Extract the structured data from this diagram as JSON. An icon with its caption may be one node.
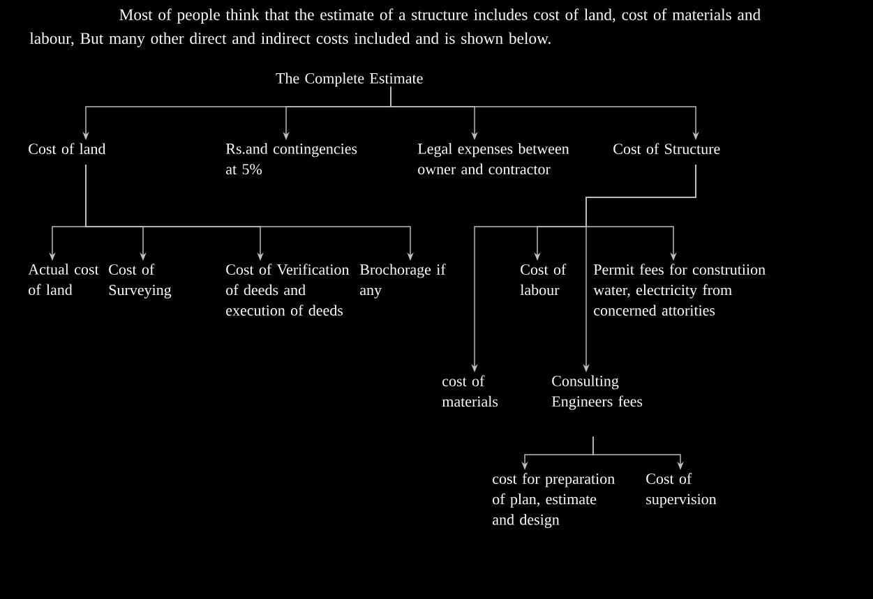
{
  "diagram": {
    "nodes": [
      {
        "text": [
          "The Complete Estimate"
        ]
      },
      {
        "text": [
          "Cost of land"
        ]
      },
      {
        "text": [
          "Rs.and contingencies at 5%"
        ]
      },
      {
        "text": [
          "Legal expenses between owner and contractor"
        ]
      },
      {
        "text": [
          "Cost of Structure"
        ]
      },
      {
        "text": [
          "Actual cost of land"
        ]
      },
      {
        "text": [
          "Cost of Surveying"
        ]
      },
      {
        "text": [
          "Cost of Verification of deeds and execution of deeds"
        ]
      },
      {
        "text": [
          "Brochorage if any"
        ]
      },
      {
        "text": [
          "Cost of labour"
        ]
      },
      {
        "text": [
          "Permit fees for construtiion water, electricity from concerned attorities"
        ]
      },
      {
        "text": [
          "cost of materials"
        ]
      },
      {
        "text": [
          "Consulting Engineers fees"
        ]
      },
      {
        "text": [
          "cost for preparation of plan, estimate and design"
        ]
      },
      {
        "text": [
          "Cost of supervision"
        ]
      }
    ],
    "edges": [
      {
        "from": 0,
        "to": 1,
        "arrow": "to"
      },
      {
        "from": 0,
        "to": 2,
        "arrow": "to"
      },
      {
        "from": 0,
        "to": 3,
        "arrow": "to"
      },
      {
        "from": 0,
        "to": 4,
        "arrow": "to"
      },
      {
        "from": 1,
        "to": 5,
        "arrow": "to"
      },
      {
        "from": 1,
        "to": 6,
        "arrow": "to"
      },
      {
        "from": 1,
        "to": 7,
        "arrow": "to"
      },
      {
        "from": 1,
        "to": 8,
        "arrow": "to"
      },
      {
        "from": 4,
        "to": 11,
        "arrow": "to"
      },
      {
        "from": 4,
        "to": 9,
        "arrow": "to"
      },
      {
        "from": 4,
        "to": 10,
        "arrow": "to"
      },
      {
        "from": 4,
        "to": 12,
        "arrow": "to"
      },
      {
        "from": 12,
        "to": 13,
        "arrow": "to"
      },
      {
        "from": 12,
        "to": 14,
        "arrow": "to"
      }
    ],
    "labels": [
      "Most of people think that the estimate of a structure includes cost of land, cost of materials and labour, But many other direct and indirect costs included and is shown below."
    ]
  }
}
